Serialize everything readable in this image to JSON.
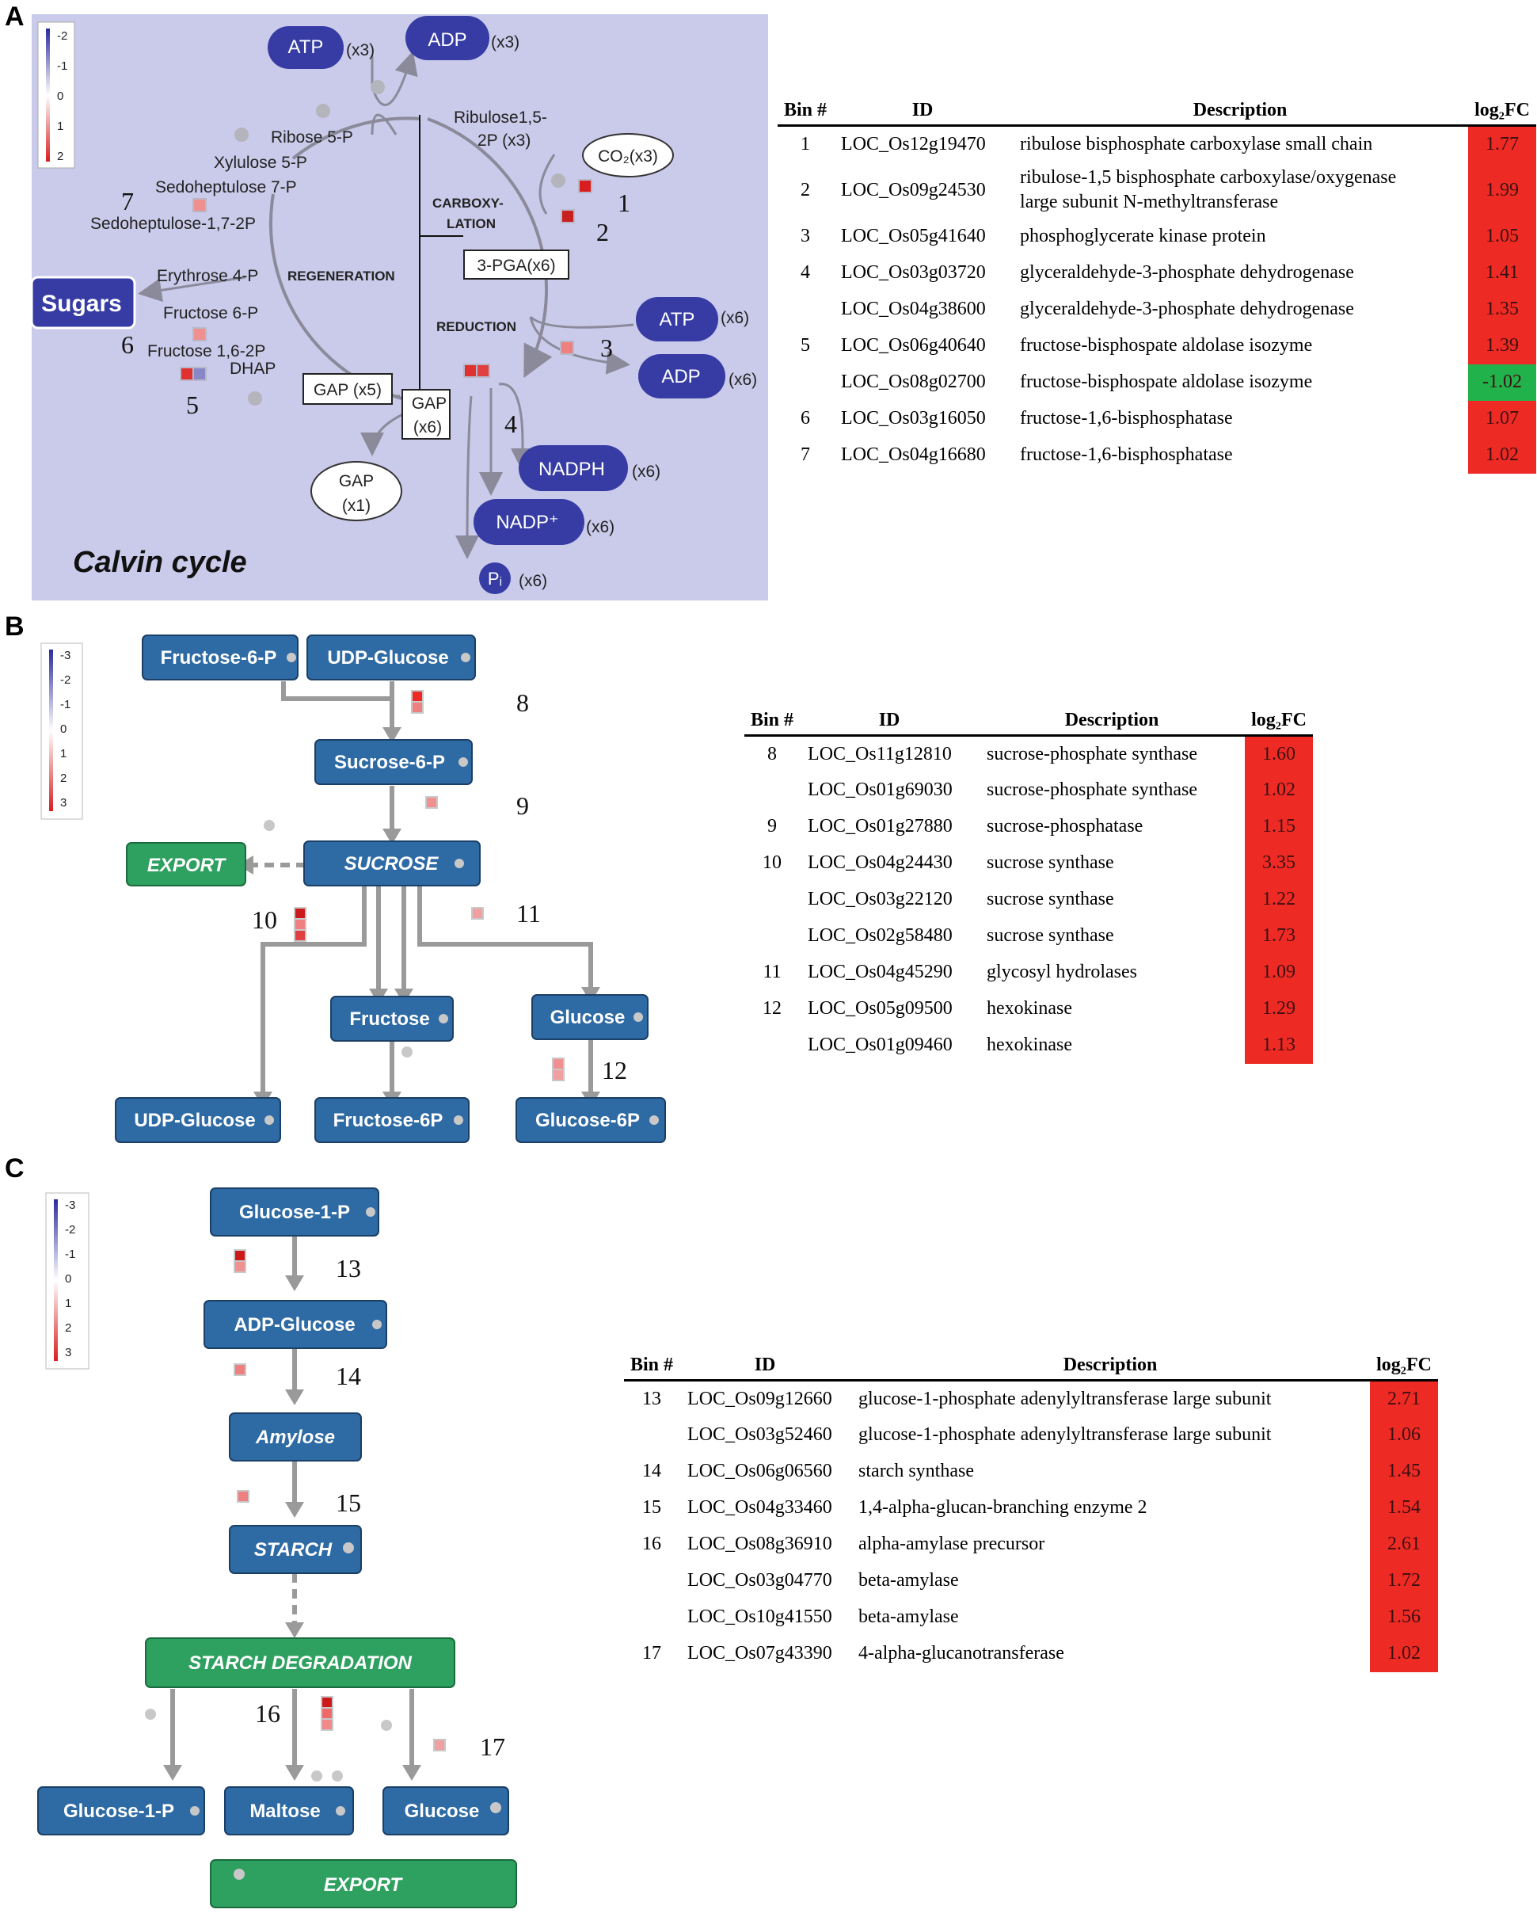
{
  "panel_labels": [
    "A",
    "B",
    "C"
  ],
  "panel_a": {
    "title": "Calvin cycle",
    "legend": [
      "-2",
      "-1",
      "0",
      "1",
      "2"
    ],
    "nodes": {
      "atp_top": "ATP",
      "atp_top_mult": "(x3)",
      "adp_top": "ADP",
      "adp_top_mult": "(x3)",
      "rubp": "Ribulose1,5-",
      "rubp2": "2P (x3)",
      "co2": "CO₂(x3)",
      "ribose": "Ribose 5-P",
      "xylulose": "Xylulose 5-P",
      "sedo7": "Sedoheptulose 7-P",
      "sedo17": "Sedoheptulose-1,7-2P",
      "ery": "Erythrose 4-P",
      "fru6": "Fructose 6-P",
      "fru16": "Fructose 1,6-2P",
      "dhap": "DHAP",
      "sugars": "Sugars",
      "carboxy1": "CARBOXY-",
      "carboxy2": "LATION",
      "regeneration": "REGENERATION",
      "reduction": "REDUCTION",
      "pga": "3-PGA(x6)",
      "gap5": "GAP (x5)",
      "gap6a": "GAP",
      "gap6b": "(x6)",
      "gap1a": "GAP",
      "gap1b": "(x1)",
      "atp_mid": "ATP",
      "atp_mid_mult": "(x6)",
      "adp_mid": "ADP",
      "adp_mid_mult": "(x6)",
      "nadph": "NADPH",
      "nadph_mult": "(x6)",
      "nadp": "NADP⁺",
      "nadp_mult": "(x6)",
      "pi": "Pᵢ",
      "pi_mult": "(x6)"
    },
    "bins": [
      "1",
      "2",
      "3",
      "4",
      "5",
      "6",
      "7"
    ]
  },
  "panel_b": {
    "legend": [
      "-3",
      "-2",
      "-1",
      "0",
      "1",
      "2",
      "3"
    ],
    "nodes": {
      "f6p": "Fructose-6-P",
      "udpg": "UDP-Glucose",
      "s6p": "Sucrose-6-P",
      "sucrose": "SUCROSE",
      "export": "EXPORT",
      "fructose": "Fructose",
      "glucose": "Glucose",
      "udpg2": "UDP-Glucose",
      "fru6p": "Fructose-6P",
      "glc6p": "Glucose-6P"
    },
    "bins": [
      "8",
      "9",
      "10",
      "11",
      "12"
    ]
  },
  "panel_c": {
    "legend": [
      "-3",
      "-2",
      "-1",
      "0",
      "1",
      "2",
      "3"
    ],
    "nodes": {
      "g1p": "Glucose-1-P",
      "adpg": "ADP-Glucose",
      "amylose": "Amylose",
      "starch": "STARCH",
      "degr": "STARCH DEGRADATION",
      "g1p2": "Glucose-1-P",
      "maltose": "Maltose",
      "glucose": "Glucose",
      "export": "EXPORT"
    },
    "bins": [
      "13",
      "14",
      "15",
      "16",
      "17"
    ]
  },
  "tables": {
    "headers": [
      "Bin #",
      "ID",
      "Description",
      "log₂FC"
    ],
    "a": [
      {
        "bin": "1",
        "id": "LOC_Os12g19470",
        "desc": "ribulose bisphosphate carboxylase small chain",
        "fc": "1.77",
        "color": "#ee2a25"
      },
      {
        "bin": "2",
        "id": "LOC_Os09g24530",
        "desc": "ribulose-1,5 bisphosphate carboxylase/oxygenase",
        "desc2": "large subunit N-methyltransferase",
        "fc": "1.99",
        "color": "#ee2a25"
      },
      {
        "bin": "3",
        "id": "LOC_Os05g41640",
        "desc": "phosphoglycerate kinase protein",
        "fc": "1.05",
        "color": "#ee2a25"
      },
      {
        "bin": "4",
        "id": "LOC_Os03g03720",
        "desc": "glyceraldehyde-3-phosphate dehydrogenase",
        "fc": "1.41",
        "color": "#ee2a25"
      },
      {
        "bin": "",
        "id": "LOC_Os04g38600",
        "desc": "glyceraldehyde-3-phosphate dehydrogenase",
        "fc": "1.35",
        "color": "#ee2a25"
      },
      {
        "bin": "5",
        "id": "LOC_Os06g40640",
        "desc": "fructose-bisphospate aldolase isozyme",
        "fc": "1.39",
        "color": "#ee2a25"
      },
      {
        "bin": "",
        "id": "LOC_Os08g02700",
        "desc": "fructose-bisphospate aldolase isozyme",
        "fc": "-1.02",
        "color": "#22b24c"
      },
      {
        "bin": "6",
        "id": "LOC_Os03g16050",
        "desc": "fructose-1,6-bisphosphatase",
        "fc": "1.07",
        "color": "#ee2a25"
      },
      {
        "bin": "7",
        "id": "LOC_Os04g16680",
        "desc": "fructose-1,6-bisphosphatase",
        "fc": "1.02",
        "color": "#ee2a25"
      }
    ],
    "b": [
      {
        "bin": "8",
        "id": "LOC_Os11g12810",
        "desc": "sucrose-phosphate synthase",
        "fc": "1.60"
      },
      {
        "bin": "",
        "id": "LOC_Os01g69030",
        "desc": "sucrose-phosphate synthase",
        "fc": "1.02"
      },
      {
        "bin": "9",
        "id": "LOC_Os01g27880",
        "desc": "sucrose-phosphatase",
        "fc": "1.15"
      },
      {
        "bin": "10",
        "id": "LOC_Os04g24430",
        "desc": "sucrose synthase",
        "fc": "3.35"
      },
      {
        "bin": "",
        "id": "LOC_Os03g22120",
        "desc": "sucrose synthase",
        "fc": "1.22"
      },
      {
        "bin": "",
        "id": "LOC_Os02g58480",
        "desc": "sucrose synthase",
        "fc": "1.73"
      },
      {
        "bin": "11",
        "id": "LOC_Os04g45290",
        "desc": "glycosyl hydrolases",
        "fc": "1.09"
      },
      {
        "bin": "12",
        "id": "LOC_Os05g09500",
        "desc": "hexokinase",
        "fc": "1.29"
      },
      {
        "bin": "",
        "id": "LOC_Os01g09460",
        "desc": "hexokinase",
        "fc": "1.13"
      }
    ],
    "c": [
      {
        "bin": "13",
        "id": "LOC_Os09g12660",
        "desc": "glucose-1-phosphate adenylyltransferase large subunit",
        "fc": "2.71"
      },
      {
        "bin": "",
        "id": "LOC_Os03g52460",
        "desc": "glucose-1-phosphate adenylyltransferase large subunit",
        "fc": "1.06"
      },
      {
        "bin": "14",
        "id": "LOC_Os06g06560",
        "desc": "starch synthase",
        "fc": "1.45"
      },
      {
        "bin": "15",
        "id": "LOC_Os04g33460",
        "desc": "1,4-alpha-glucan-branching enzyme 2",
        "fc": "1.54"
      },
      {
        "bin": "16",
        "id": "LOC_Os08g36910",
        "desc": "alpha-amylase precursor",
        "fc": "2.61"
      },
      {
        "bin": "",
        "id": "LOC_Os03g04770",
        "desc": "beta-amylase",
        "fc": "1.72"
      },
      {
        "bin": "",
        "id": "LOC_Os10g41550",
        "desc": "beta-amylase",
        "fc": "1.56"
      },
      {
        "bin": "17",
        "id": "LOC_Os07g43390",
        "desc": "4-alpha-glucanotransferase",
        "fc": "1.02"
      }
    ]
  },
  "colors": {
    "pathway_blue": "#2e6aa3",
    "export_green": "#2ea060",
    "calvin_bg": "#cacaea",
    "metabolite_navy": "#363ca4",
    "fc_red": "#ee2a25",
    "fc_green": "#22b24c"
  }
}
